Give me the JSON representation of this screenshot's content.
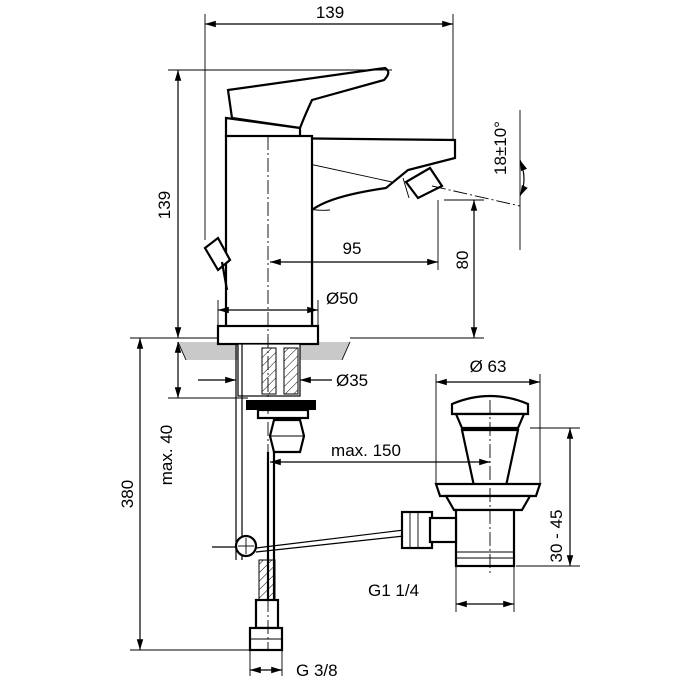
{
  "dimensions": {
    "total_width": "139",
    "total_height": "139",
    "spout_reach": "95",
    "spout_height": "80",
    "base_diameter": "Ø50",
    "hole_diameter": "Ø35",
    "angle": "18±10°",
    "below_counter": "380",
    "max_thickness": "max. 40",
    "drain_reach": "max. 150",
    "drain_diameter": "Ø 63",
    "drain_range": "30 - 45",
    "drain_thread": "G1 1/4",
    "supply_thread": "G 3/8"
  }
}
